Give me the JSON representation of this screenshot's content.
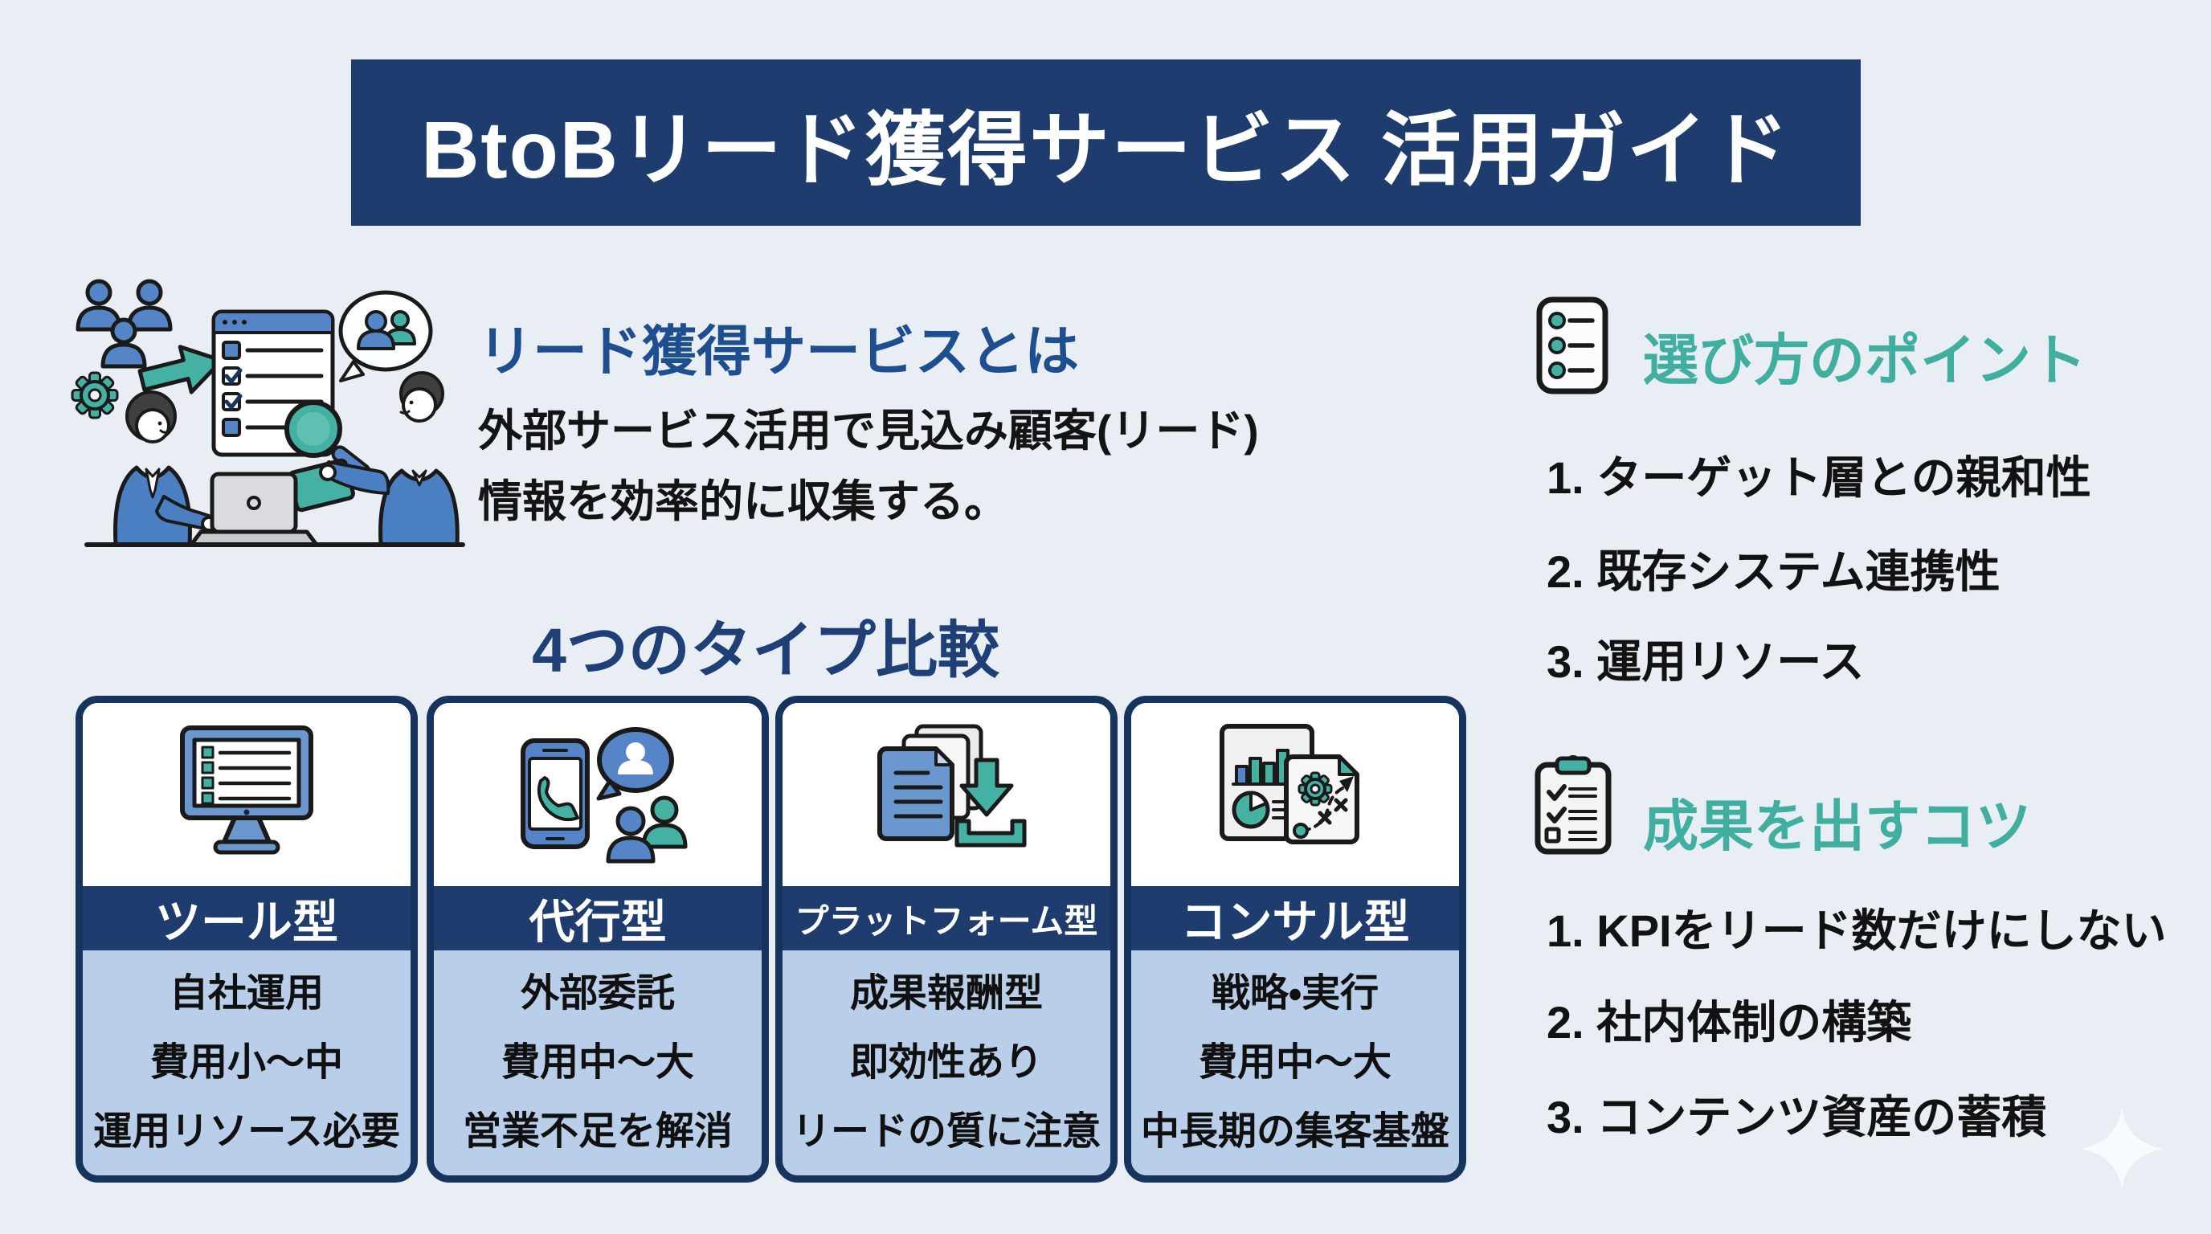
{
  "title": "BtoBリード獲得サービス 活用ガイド",
  "intro": {
    "heading": "リード獲得サービスとは",
    "body_line1": "外部サービス活用で見込み顧客(リード)",
    "body_line2": "情報を効率的に収集する。"
  },
  "comparison": {
    "heading": "4つのタイプ比較",
    "cards": [
      {
        "title": "ツール型",
        "icon": "monitor-checklist-icon",
        "lines": [
          "自社運用",
          "費用小〜中",
          "運用リソース必要"
        ]
      },
      {
        "title": "代行型",
        "icon": "phone-contact-icon",
        "lines": [
          "外部委託",
          "費用中〜大",
          "営業不足を解消"
        ]
      },
      {
        "title": "プラットフォーム型",
        "icon": "documents-download-icon",
        "lines": [
          "成果報酬型",
          "即効性あり",
          "リードの質に注意"
        ]
      },
      {
        "title": "コンサル型",
        "icon": "report-strategy-icon",
        "lines": [
          "戦略・実行",
          "費用中〜大",
          "中長期の集客基盤"
        ]
      }
    ]
  },
  "selection_points": {
    "icon": "checklist-icon",
    "heading": "選び方のポイント",
    "items": [
      "1. ターゲット層との親和性",
      "2. 既存システム連携性",
      "3. 運用リソース"
    ]
  },
  "success_tips": {
    "icon": "clipboard-icon",
    "heading": "成果を出すコツ",
    "items": [
      "1. KPIをリード数だけにしない",
      "2. 社内体制の構築",
      "3. コンテンツ資産の蓄積"
    ]
  },
  "decoration": {
    "icon": "sparkle-icon"
  },
  "illustration": {
    "icon": "lead-generation-illustration"
  },
  "colors": {
    "background": "#e9edf4",
    "navy": "#1e3c6e",
    "card_border_navy": "#16345e",
    "card_body_blue": "#b9cfe9",
    "accent_teal": "#41afa0",
    "icon_teal": "#45b1a2",
    "icon_blue": "#5585c6",
    "heading_blue": "#1d4e8f",
    "text_dark": "#141414",
    "white": "#ffffff"
  }
}
